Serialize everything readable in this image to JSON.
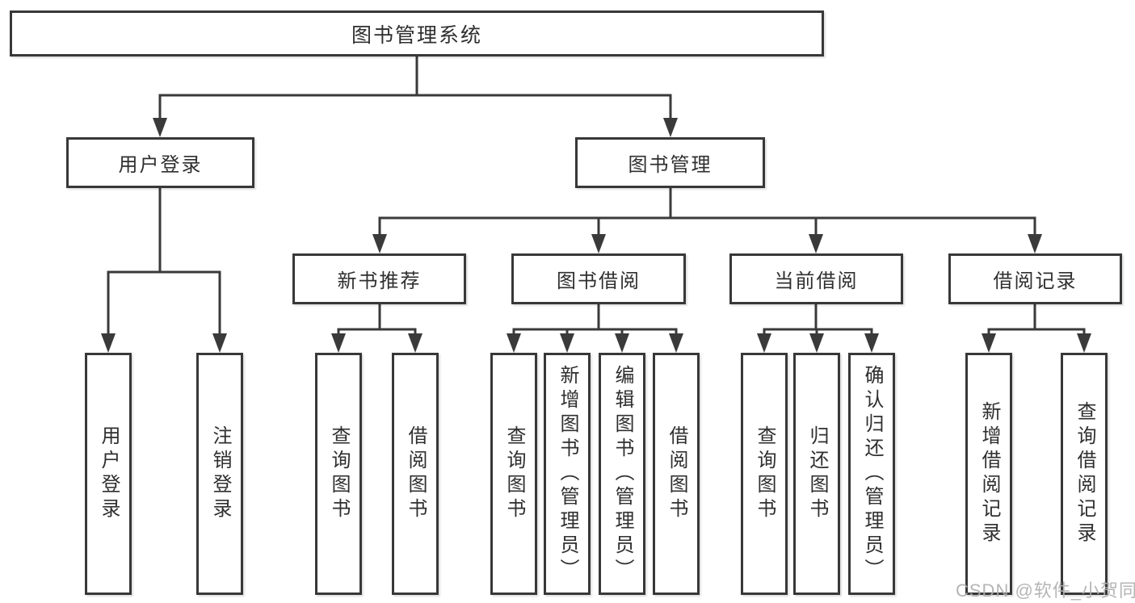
{
  "watermark": "CSDN @软件_小贺同学",
  "colors": {
    "line": "#3a3a3a",
    "box_border": "#383838",
    "text": "#2f2f2f",
    "watermark": "#b3b3b3",
    "background": "#ffffff"
  },
  "tree": {
    "label": "图书管理系统",
    "children": [
      {
        "label": "用户登录",
        "children": [
          {
            "label": "用户登录"
          },
          {
            "label": "注销登录"
          }
        ]
      },
      {
        "label": "图书管理",
        "children": [
          {
            "label": "新书推荐",
            "children": [
              {
                "label": "查询图书"
              },
              {
                "label": "借阅图书"
              }
            ]
          },
          {
            "label": "图书借阅",
            "children": [
              {
                "label": "查询图书"
              },
              {
                "label": "新增图书（管理员）"
              },
              {
                "label": "编辑图书（管理员）"
              },
              {
                "label": "借阅图书"
              }
            ]
          },
          {
            "label": "当前借阅",
            "children": [
              {
                "label": "查询图书"
              },
              {
                "label": "归还图书"
              },
              {
                "label": "确认归还（管理员）"
              }
            ]
          },
          {
            "label": "借阅记录",
            "children": [
              {
                "label": "新增借阅记录"
              },
              {
                "label": "查询借阅记录"
              }
            ]
          }
        ]
      }
    ]
  }
}
